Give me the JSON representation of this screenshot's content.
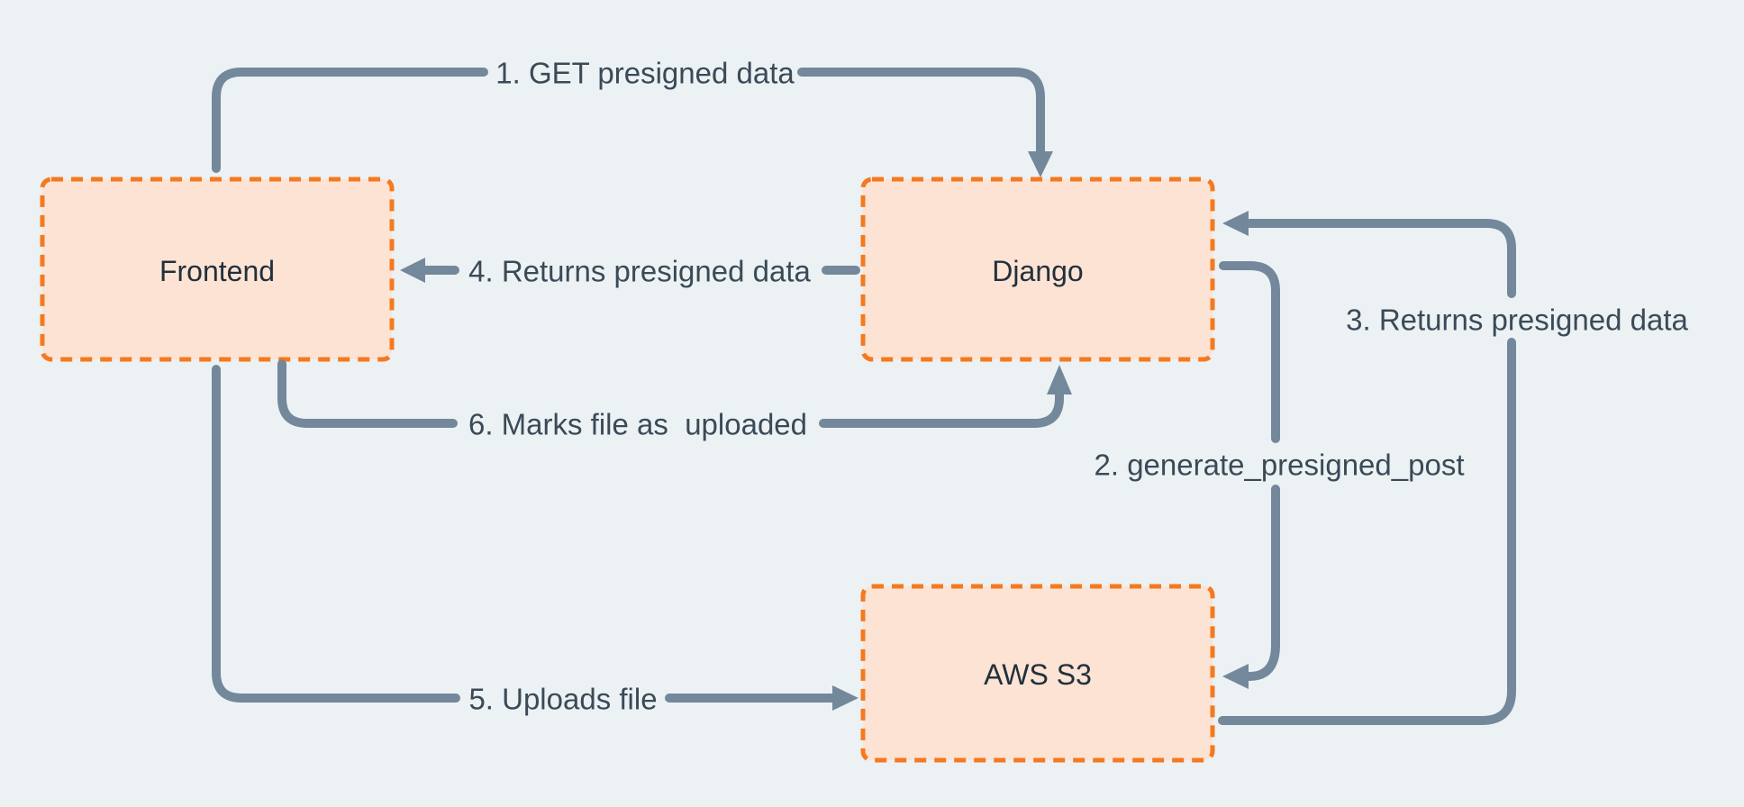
{
  "diagram": {
    "nodes": [
      {
        "id": "frontend",
        "label": "Frontend"
      },
      {
        "id": "django",
        "label": "Django"
      },
      {
        "id": "aws-s3",
        "label": "AWS S3"
      }
    ],
    "edges": [
      {
        "step": "1",
        "label": "1. GET presigned data",
        "from": "Frontend",
        "to": "Django"
      },
      {
        "step": "2",
        "label": "2. generate_presigned_post",
        "from": "Django",
        "to": "AWS S3"
      },
      {
        "step": "3",
        "label": "3. Returns presigned data",
        "from": "AWS S3",
        "to": "Django"
      },
      {
        "step": "4",
        "label": "4. Returns presigned data",
        "from": "Django",
        "to": "Frontend"
      },
      {
        "step": "5",
        "label": "5. Uploads file",
        "from": "Frontend",
        "to": "AWS S3"
      },
      {
        "step": "6",
        "label": "6. Marks file as  uploaded",
        "from": "Frontend",
        "to": "Django"
      }
    ],
    "colors": {
      "background": "#ECF1F4",
      "node_fill": "#FCE3D3",
      "node_border": "#F4791F",
      "arrow": "#74889B",
      "label_text": "#3A4A57",
      "node_text": "#22303C"
    }
  }
}
